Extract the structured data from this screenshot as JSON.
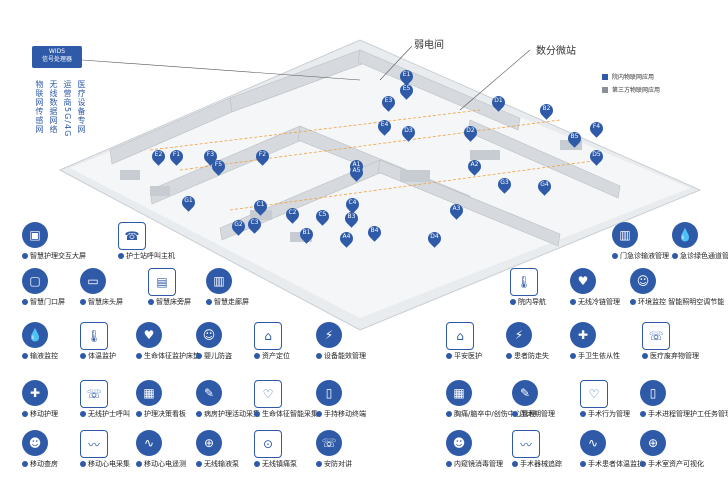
{
  "colors": {
    "blue": "#2f5aa8",
    "gray": "#8a8f96"
  },
  "header": {
    "weak_room": "弱电间",
    "digital_station": "数分微站"
  },
  "wids": {
    "title": "WIDS",
    "subtitle": "信号处理器"
  },
  "vertical_labels": [
    "物联网传感网",
    "无线数据网络",
    "运营商5G/4G",
    "医疗设备专网"
  ],
  "legend": [
    {
      "label": "院内物联网应用",
      "color": "#2f5aa8"
    },
    {
      "label": "第三方物联网应用",
      "color": "#8a8f96"
    }
  ],
  "left_items": [
    {
      "label": "智慧护理交互大屏",
      "icon": "screen-icon"
    },
    {
      "label": "护士站呼叫主机",
      "icon": "call-host-icon"
    },
    {
      "label": "智慧门口屏",
      "icon": "door-screen-icon"
    },
    {
      "label": "智慧床头屏",
      "icon": "bedside-screen-icon"
    },
    {
      "label": "智慧床旁屏",
      "icon": "bed-screen-icon"
    },
    {
      "label": "智慧走廊屏",
      "icon": "corridor-screen-icon"
    },
    {
      "label": "输液监控",
      "icon": "infusion-icon"
    },
    {
      "label": "体温监护",
      "icon": "thermometer-icon"
    },
    {
      "label": "生命体征监护床垫",
      "icon": "mattress-icon"
    },
    {
      "label": "婴儿防盗",
      "icon": "baby-icon"
    },
    {
      "label": "资产定位",
      "icon": "asset-icon"
    },
    {
      "label": "设备能效管理",
      "icon": "energy-icon"
    },
    {
      "label": "移动护理",
      "icon": "mobile-nurse-icon"
    },
    {
      "label": "无线护士呼叫",
      "icon": "nurse-call-icon"
    },
    {
      "label": "护理决策看板",
      "icon": "board-icon"
    },
    {
      "label": "病房护理活动采集",
      "icon": "activity-icon"
    },
    {
      "label": "生命体征智能采集",
      "icon": "vital-icon"
    },
    {
      "label": "手持移动终端",
      "icon": "handheld-icon"
    },
    {
      "label": "移动查房",
      "icon": "rounds-icon"
    },
    {
      "label": "移动心电采集",
      "icon": "ecg-icon"
    },
    {
      "label": "移动心电遥测",
      "icon": "ecg-remote-icon"
    },
    {
      "label": "无线输液泵",
      "icon": "pump-icon"
    },
    {
      "label": "无线镇痛泵",
      "icon": "analgesia-icon"
    },
    {
      "label": "安防对讲",
      "icon": "intercom-icon"
    }
  ],
  "right_items": [
    {
      "label": "门急诊输液管理",
      "icon": "drip-icon"
    },
    {
      "label": "急诊绿色通道管理",
      "icon": "green-channel-icon"
    },
    {
      "label": "院内导航",
      "icon": "navigation-icon"
    },
    {
      "label": "无线冷链管理",
      "icon": "cold-chain-icon"
    },
    {
      "label": "环境监控 智能照明空调节能",
      "icon": "environment-icon"
    },
    {
      "label": "平安医护",
      "icon": "safety-icon"
    },
    {
      "label": "患者防走失",
      "icon": "patient-icon"
    },
    {
      "label": "手卫生依从性",
      "icon": "hand-icon"
    },
    {
      "label": "医疗废弃物管理",
      "icon": "waste-icon"
    },
    {
      "label": "胸痛/脑卒中/创伤中心管理",
      "icon": "heart-icon"
    },
    {
      "label": "围术期管理",
      "icon": "perioperative-icon"
    },
    {
      "label": "手术行为管理",
      "icon": "surgery-behavior-icon"
    },
    {
      "label": "手术进程管理护工任务管理",
      "icon": "surgery-progress-icon"
    },
    {
      "label": "内窥镜消毒管理",
      "icon": "endoscope-icon"
    },
    {
      "label": "手术器械追踪",
      "icon": "instrument-icon"
    },
    {
      "label": "手术患者体温监护",
      "icon": "surgery-temp-icon"
    },
    {
      "label": "手术室资产可视化",
      "icon": "or-asset-icon"
    }
  ],
  "floor_pins": [
    "E1",
    "E2",
    "D1",
    "B1",
    "A1",
    "A2",
    "E3",
    "F1",
    "F2",
    "G1",
    "C1",
    "C2",
    "C3",
    "D2",
    "D3",
    "B2",
    "G2",
    "F3",
    "A3",
    "B3",
    "A4",
    "C4",
    "B4",
    "D4",
    "E4",
    "G3",
    "F4",
    "A5",
    "D5",
    "F5",
    "G4",
    "C5",
    "B5",
    "E5"
  ]
}
